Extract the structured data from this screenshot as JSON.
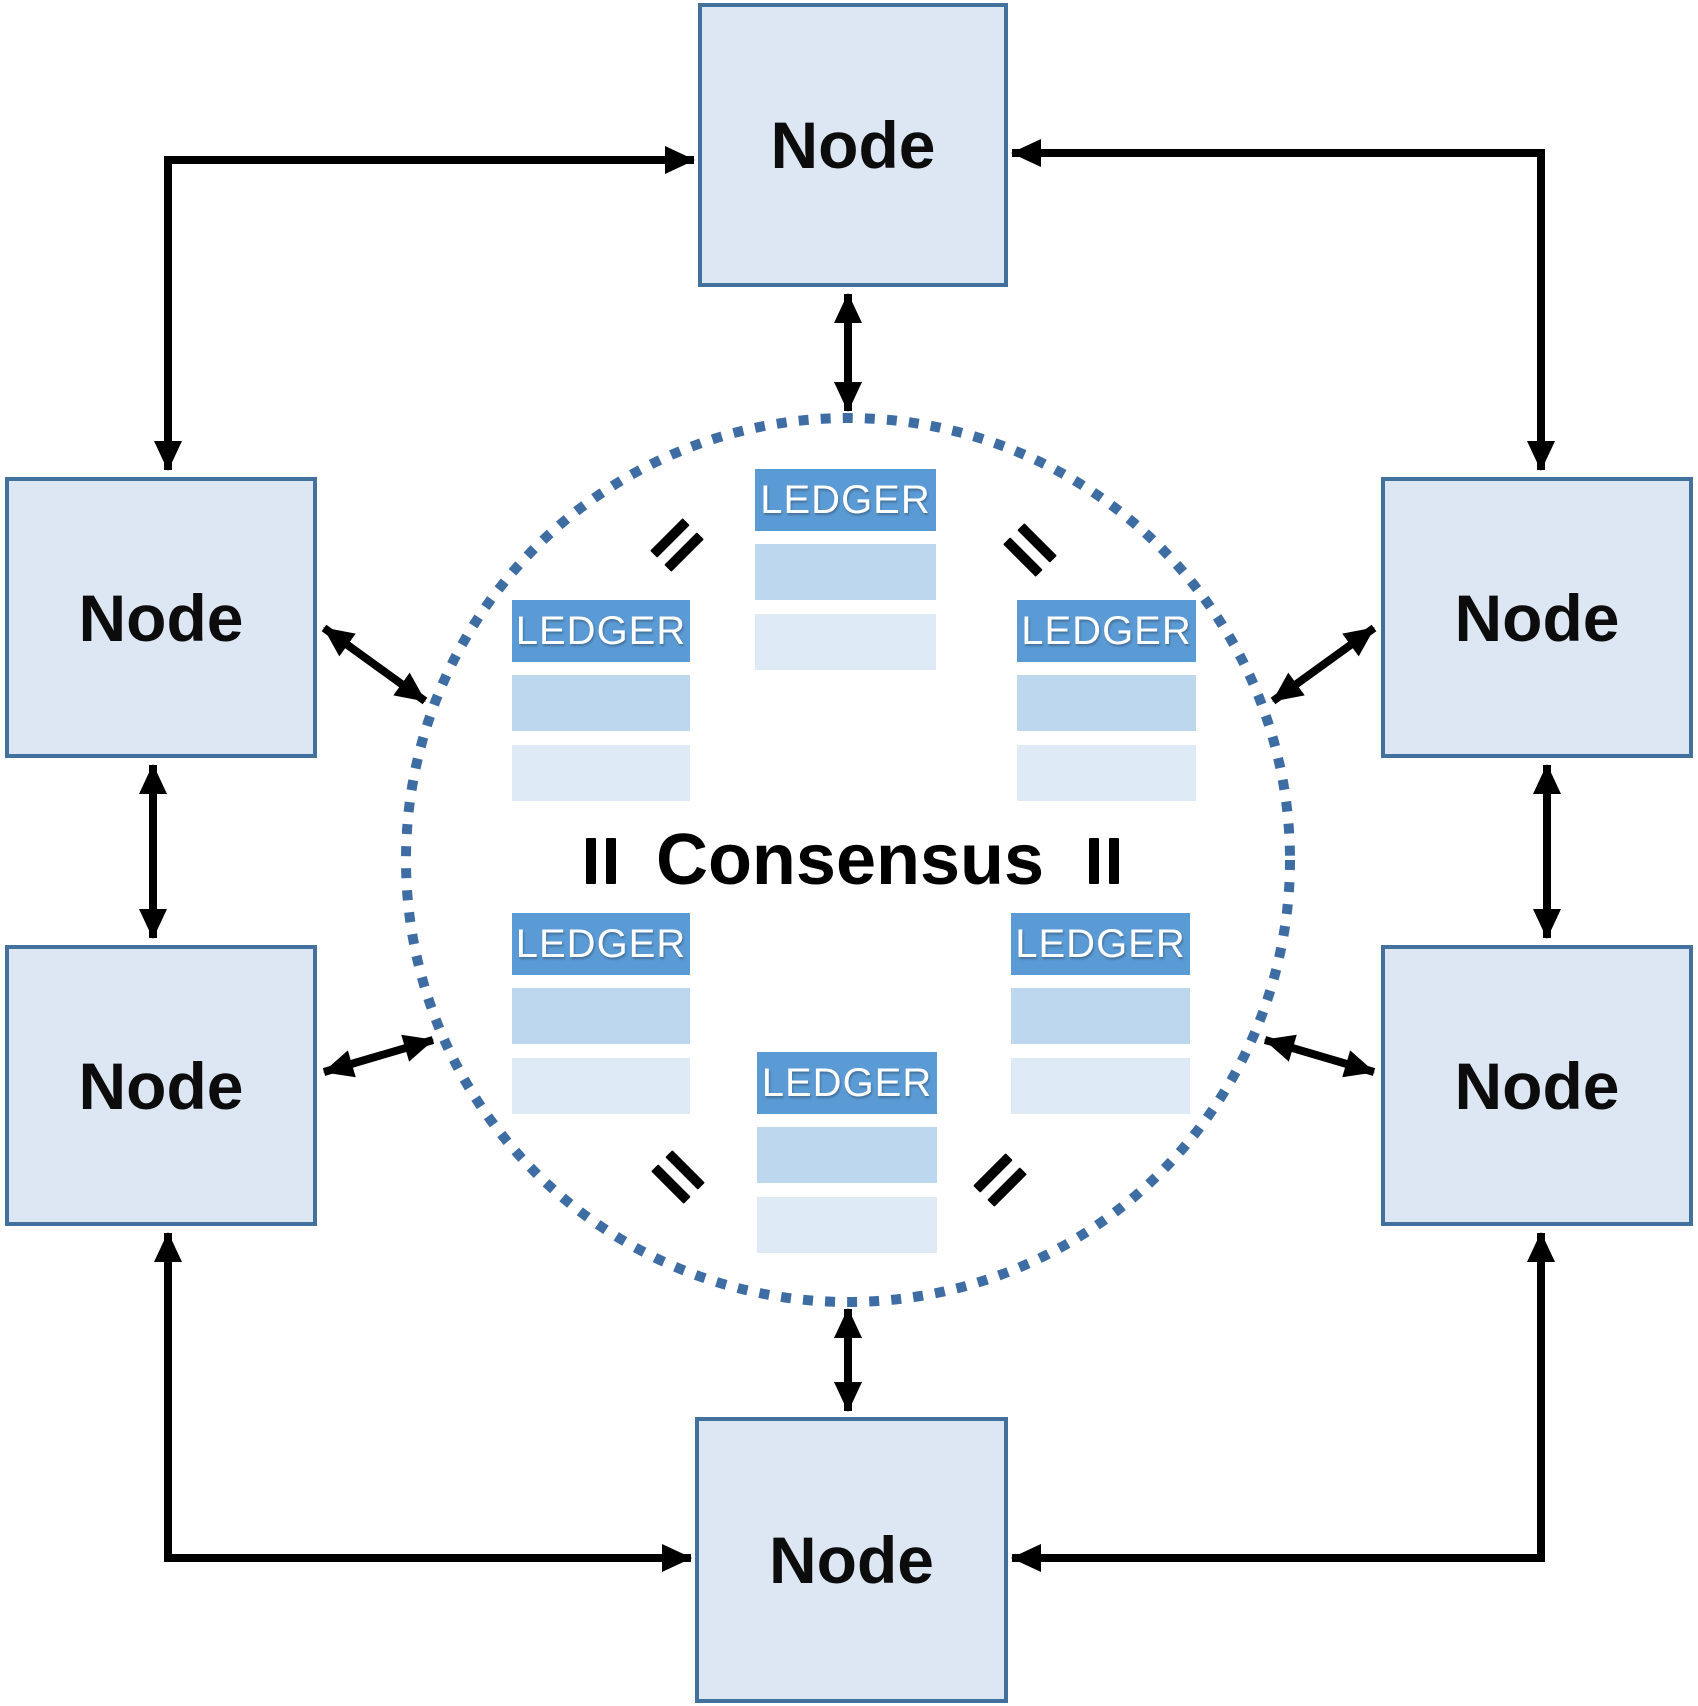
{
  "diagram": {
    "type": "blockchain-consensus-network",
    "consensus": {
      "label": "Consensus"
    },
    "nodes": [
      {
        "id": "top",
        "label": "Node"
      },
      {
        "id": "left-upper",
        "label": "Node"
      },
      {
        "id": "right-upper",
        "label": "Node"
      },
      {
        "id": "left-lower",
        "label": "Node"
      },
      {
        "id": "right-lower",
        "label": "Node"
      },
      {
        "id": "bottom",
        "label": "Node"
      }
    ],
    "ledgers": [
      {
        "id": "top-center",
        "label": "LEDGER"
      },
      {
        "id": "left-upper",
        "label": "LEDGER"
      },
      {
        "id": "right-upper",
        "label": "LEDGER"
      },
      {
        "id": "left-lower",
        "label": "LEDGER"
      },
      {
        "id": "right-lower",
        "label": "LEDGER"
      },
      {
        "id": "bottom-center",
        "label": "LEDGER"
      }
    ],
    "equals_symbol": "=",
    "colors": {
      "node_fill": "#dce7f3",
      "node_border": "#41719c",
      "ledger_header": "#5b9bd5",
      "ledger_row_medium": "#bdd7ee",
      "ledger_row_light": "#deebf7",
      "consensus_circle_dots": "#3e6da4",
      "arrow": "#000000",
      "ledger_text": "#ffffff",
      "node_text": "#0c0c0c"
    }
  }
}
